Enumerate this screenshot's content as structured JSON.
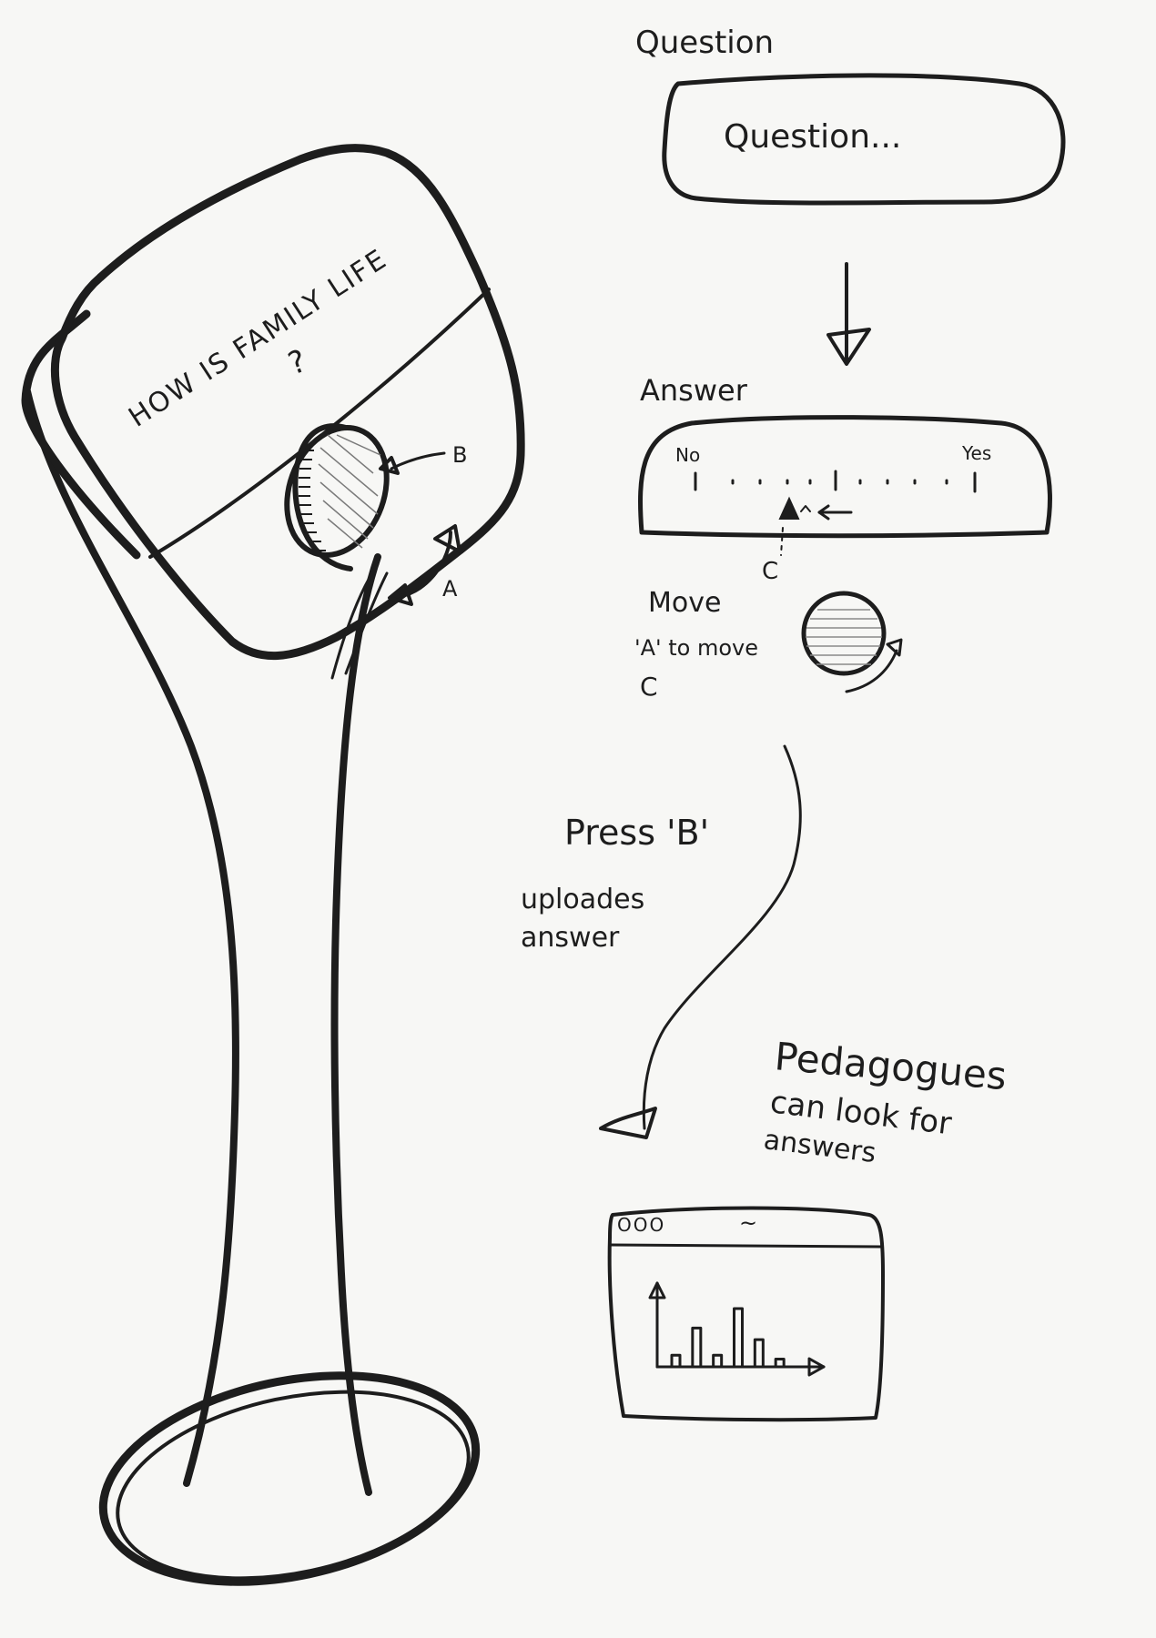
{
  "device": {
    "screen_text": "HOW IS FAMILY LIFE",
    "screen_mark": "?",
    "label_b": "B",
    "label_a": "A"
  },
  "flow": {
    "question_heading": "Question",
    "question_box": "Question...",
    "answer_heading": "Answer",
    "scale_no": "No",
    "scale_yes": "Yes",
    "pointer_label": "C",
    "move_line1": "Move",
    "move_line2": "'A' to move",
    "move_line3": "C",
    "press_line1": "Press 'B'",
    "press_line2": "uploades",
    "press_line3": "answer",
    "pedagogues_line1": "Pedagogues",
    "pedagogues_line2": "can look for",
    "pedagogues_line3": "answers",
    "window_dots": "OOO",
    "window_title": "~"
  },
  "chart_data": {
    "type": "bar",
    "values": [
      3,
      10,
      3,
      15,
      7,
      2
    ],
    "title": "",
    "xlabel": "",
    "ylabel": ""
  }
}
